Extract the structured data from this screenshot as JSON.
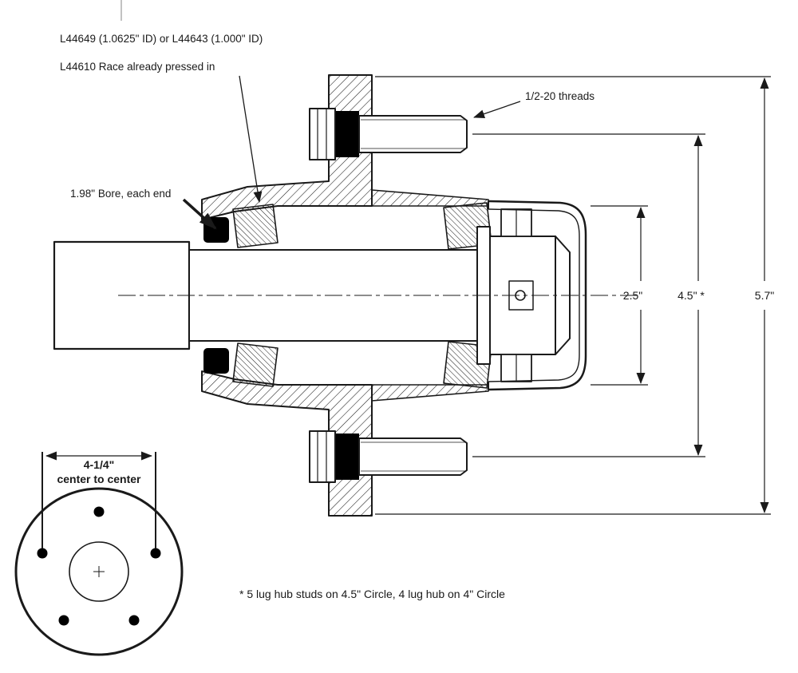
{
  "drawing": {
    "title_hint": "trailer hub cross-section diagram",
    "labels": {
      "bearing_line1": "L44649 (1.0625\" ID) or L44643 (1.000\" ID)",
      "bearing_line2": "L44610 Race already pressed in",
      "threads": "1/2-20 threads",
      "bore": "1.98\" Bore, each end",
      "footnote": "*  5 lug hub studs on 4.5\" Circle, 4 lug hub on 4\" Circle"
    },
    "dimensions": {
      "bore_span": "2.5\"",
      "bolt_circle": "4.5\" *",
      "flange_od": "5.7\"",
      "lug_spacing": "4-1/4\"",
      "lug_spacing_sub": "center to center"
    },
    "colors": {
      "ink": "#1a1a1a",
      "background": "#ffffff",
      "fill_solid": "#000000"
    }
  }
}
